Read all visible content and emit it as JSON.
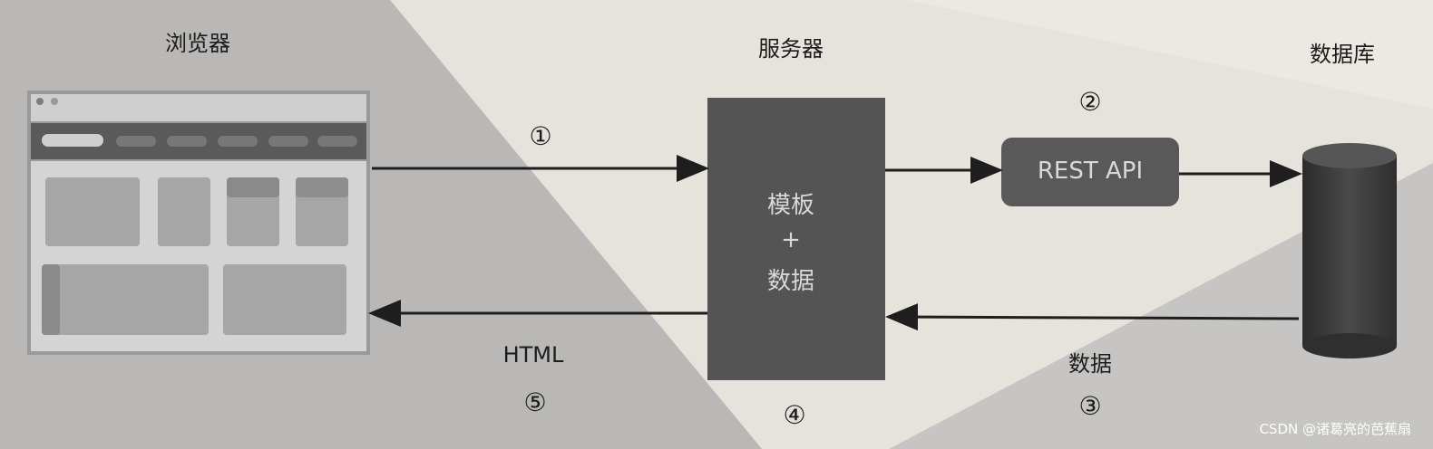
{
  "labels": {
    "browser": "浏览器",
    "server": "服务器",
    "database": "数据库",
    "rest_api": "REST API",
    "template_line1": "模板",
    "template_plus": "+",
    "template_line2": "数据",
    "html": "HTML",
    "data": "数据"
  },
  "steps": {
    "s1": "①",
    "s2": "②",
    "s3": "③",
    "s4": "④",
    "s5": "⑤"
  },
  "watermark": "CSDN @诸葛亮的芭蕉扇",
  "colors": {
    "server_box": "#545454",
    "rest_box": "#595959",
    "cylinder": "#3e3e3e",
    "arrow": "#1e1e1e"
  }
}
